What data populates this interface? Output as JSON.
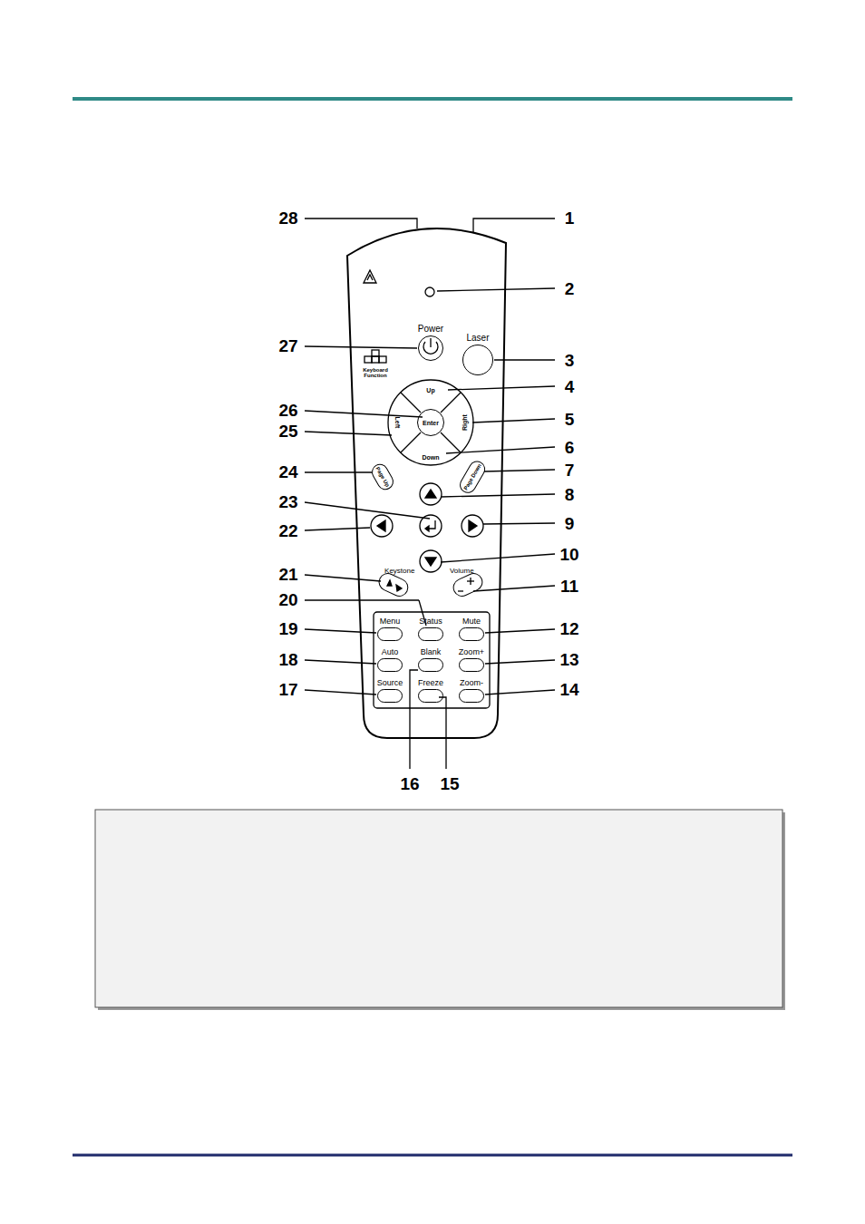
{
  "diagram": {
    "nodes": [
      {
        "text": [
          "Power"
        ]
      },
      {
        "text": [
          "Laser"
        ]
      },
      {
        "text": [
          "Enter"
        ]
      },
      {
        "text": [
          "Page Up"
        ]
      },
      {
        "text": [
          "Page Down"
        ]
      },
      {
        "text": [
          "Keystone"
        ]
      },
      {
        "text": [
          "Volume"
        ]
      },
      {
        "text": [
          "Menu"
        ]
      },
      {
        "text": [
          "Status"
        ]
      },
      {
        "text": [
          "Mute"
        ]
      },
      {
        "text": [
          "Auto"
        ]
      },
      {
        "text": [
          "Blank"
        ]
      },
      {
        "text": [
          "Zoom+"
        ]
      },
      {
        "text": [
          "Source"
        ]
      },
      {
        "text": [
          "Freeze"
        ]
      },
      {
        "text": [
          "Zoom-"
        ]
      }
    ],
    "labels": [
      "28",
      "1",
      "2",
      "27",
      "3",
      "4",
      "26",
      "5",
      "25",
      "6",
      "24",
      "7",
      "23",
      "8",
      "22",
      "9",
      "10",
      "21",
      "11",
      "20",
      "19",
      "12",
      "18",
      "13",
      "17",
      "14",
      "16",
      "15",
      "Keyboard Function",
      "Up",
      "Left",
      "Right",
      "Down"
    ]
  }
}
